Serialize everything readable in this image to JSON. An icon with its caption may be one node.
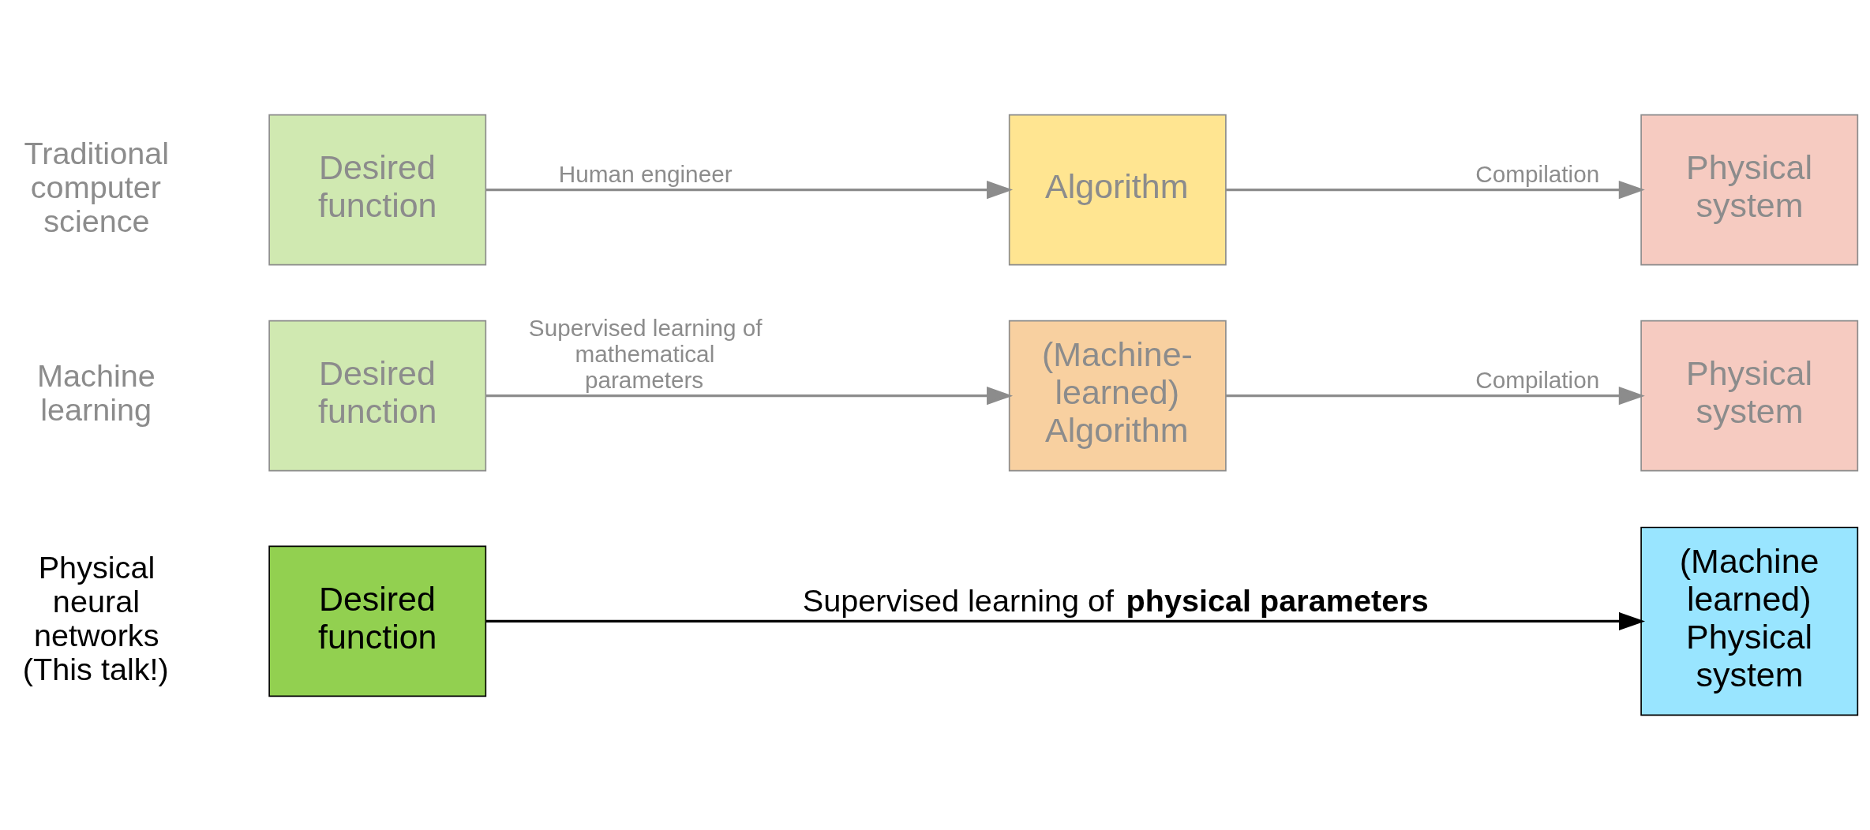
{
  "diagram": {
    "nodes": [
      {
        "text": [
          "Desired function"
        ]
      },
      {
        "text": [
          "Algorithm"
        ]
      },
      {
        "text": [
          "Physical system"
        ]
      },
      {
        "text": [
          "Desired function"
        ]
      },
      {
        "text": [
          "(Machine- learned) Algorithm"
        ]
      },
      {
        "text": [
          "Physical system"
        ]
      },
      {
        "text": [
          "Desired function"
        ]
      },
      {
        "text": [
          "(Machine learned) Physical system"
        ]
      }
    ],
    "edges": [
      {
        "from": 0,
        "to": 1,
        "arrow": "to",
        "label": "Human engineer"
      },
      {
        "from": 1,
        "to": 2,
        "arrow": "to",
        "label": "Compilation"
      },
      {
        "from": 3,
        "to": 4,
        "arrow": "to",
        "label": "Supervised learning of mathematical parameters"
      },
      {
        "from": 4,
        "to": 5,
        "arrow": "to",
        "label": "Compilation"
      },
      {
        "from": 6,
        "to": 7,
        "arrow": "to",
        "label": "Supervised learning of **physical parameters**",
        "color": "#000000"
      }
    ],
    "labels": [
      "Traditional computer science",
      "Machine learning",
      "Physical neural networks (This talk!)"
    ]
  }
}
